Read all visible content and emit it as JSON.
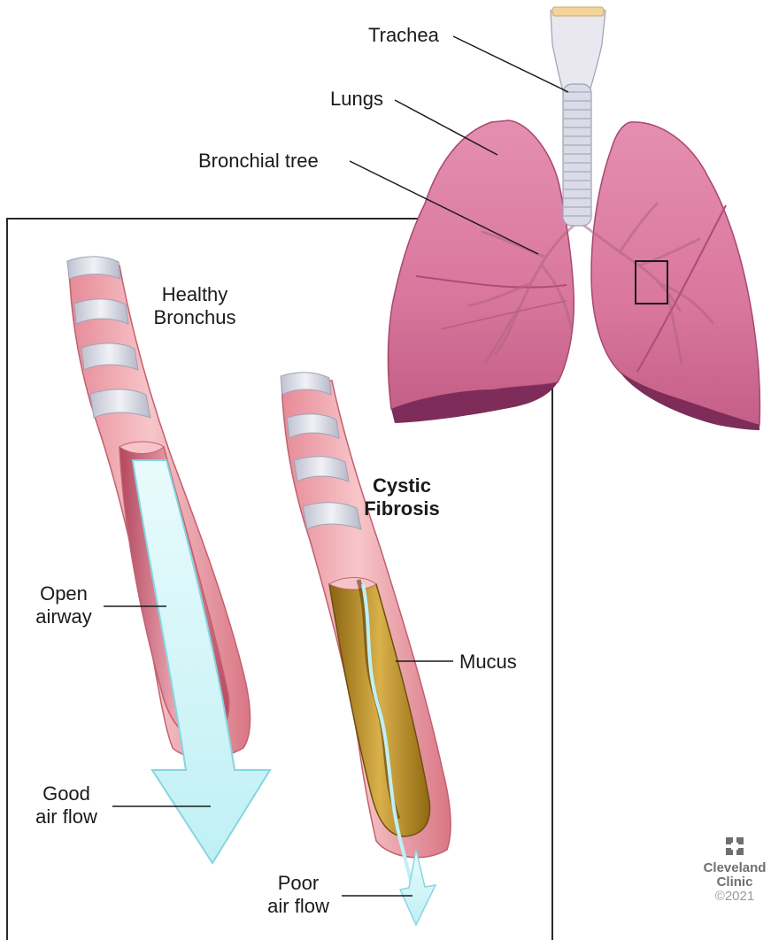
{
  "labels": {
    "trachea": "Trachea",
    "lungs": "Lungs",
    "bronchial_tree": "Bronchial tree",
    "healthy_line1": "Healthy",
    "healthy_line2": "Bronchus",
    "cystic_line1": "Cystic",
    "cystic_line2": "Fibrosis",
    "open_line1": "Open",
    "open_line2": "airway",
    "good_line1": "Good",
    "good_line2": "air flow",
    "mucus": "Mucus",
    "poor_line1": "Poor",
    "poor_line2": "air flow"
  },
  "logo": {
    "line1": "Cleveland",
    "line2": "Clinic",
    "copyright": "©2021"
  },
  "colors": {
    "lung": "#d9759a",
    "lung_dark": "#9c3a6a",
    "tissue": "#f3b8bc",
    "cartilage": "#dcdde6",
    "mucus": "#b88a1f",
    "airflow": "#c9f4f8",
    "airflow_edge": "#7fd3dd",
    "frame": "#2a2a2a"
  }
}
